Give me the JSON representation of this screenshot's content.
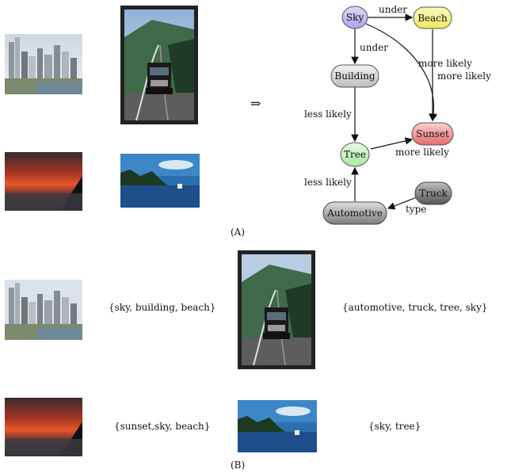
{
  "panel_a": {
    "label": "(A)",
    "arrow_symbol": "⇒",
    "nodes": {
      "sky": "Sky",
      "beach": "Beach",
      "building": "Building",
      "sunset": "Sunset",
      "tree": "Tree",
      "truck": "Truck",
      "automotive": "Automotive"
    },
    "edges": {
      "sky_beach": "under",
      "sky_building": "under",
      "beach_sunset": "more likely",
      "sky_sunset": "more likely",
      "building_tree": "less likely",
      "tree_sunset": "more likely",
      "automotive_tree": "less likely",
      "truck_automotive": "type"
    },
    "colors": {
      "sky": "#b9b6ee",
      "beach": "#f5f27a",
      "building": "#d8d8d8",
      "sunset": "#f08c8c",
      "tree": "#c6f2c0",
      "truck": "#777777",
      "automotive": "#9a9a9a"
    }
  },
  "panel_b": {
    "label": "(B)",
    "tags": {
      "city": "{sky, building, beach}",
      "truck": "{automotive, truck, tree, sky}",
      "sunset": "{sunset,sky, beach}",
      "lake": "{sky, tree}"
    }
  }
}
